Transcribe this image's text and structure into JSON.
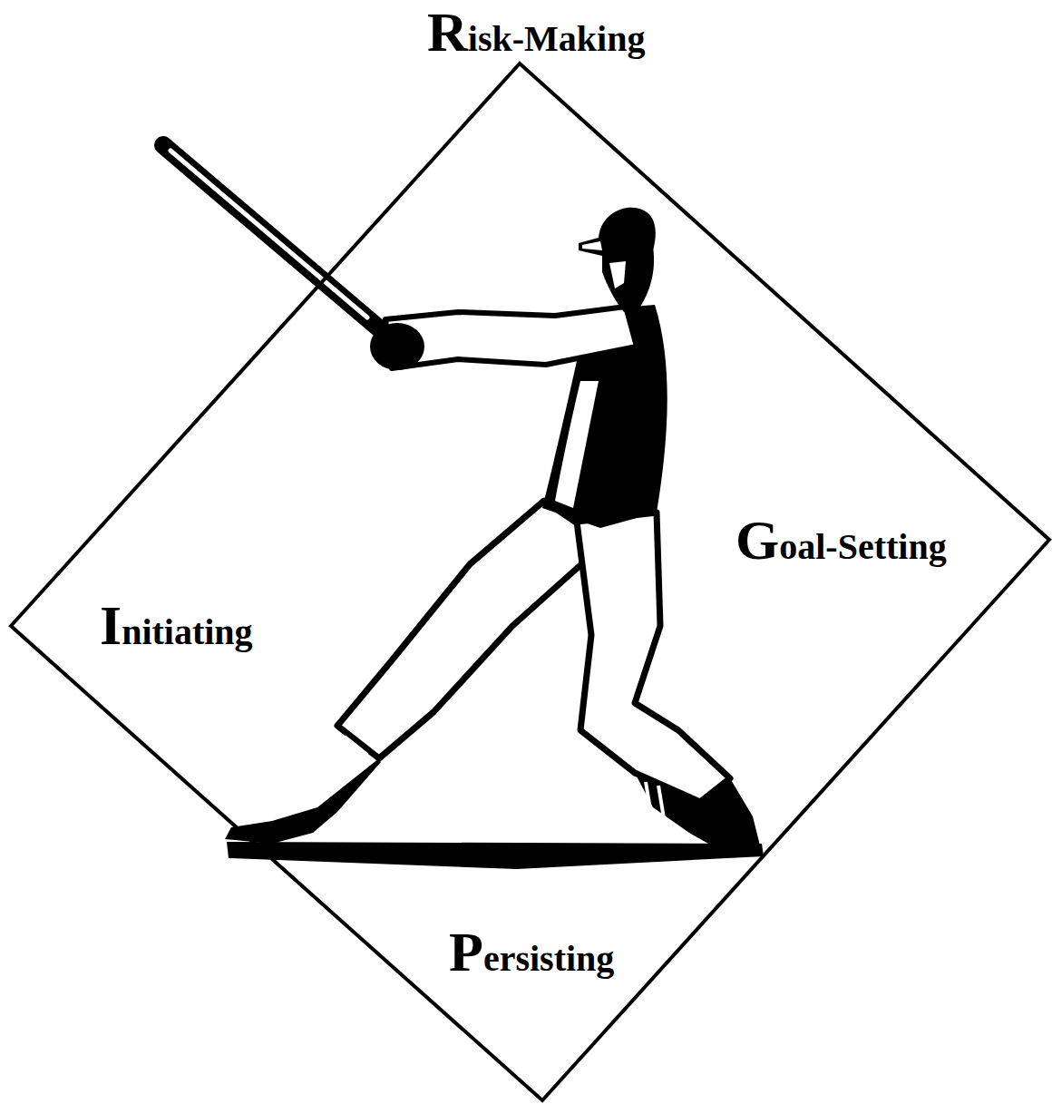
{
  "diagram": {
    "nodes": [
      {
        "text": [
          "Risk-Making",
          "Goal-Setting",
          "Initiating",
          "Persisting"
        ]
      }
    ]
  }
}
